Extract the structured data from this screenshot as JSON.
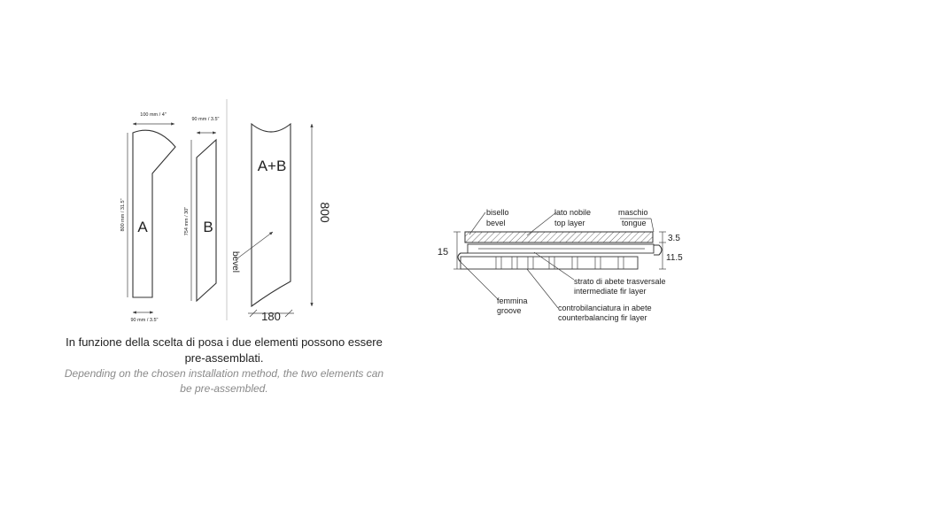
{
  "left_drawing": {
    "element_a": {
      "label": "A",
      "top_dim": "100 mm / 4\"",
      "height_dim": "800 mm / 31.5\"",
      "bottom_dim": "90 mm / 3.5\""
    },
    "element_b": {
      "label": "B",
      "top_dim": "90 mm / 3.5\"",
      "height_dim": "754 mm / 30\""
    },
    "assembled": {
      "label": "A+B",
      "bevel_label": "bevel",
      "height_dim": "800",
      "width_dim": "180"
    }
  },
  "section_drawing": {
    "labels": {
      "bevel_it": "bisello",
      "bevel_en": "bevel",
      "top_it": "lato nobile",
      "top_en": "top layer",
      "tongue_it": "maschio",
      "tongue_en": "tongue",
      "intermediate_it": "strato di abete trasversale",
      "intermediate_en": "intermediate fir layer",
      "groove_it": "femmina",
      "groove_en": "groove",
      "counter_it": "controbilanciatura in abete",
      "counter_en": "counterbalancing fir layer"
    },
    "dims": {
      "total": "15",
      "top_layer": "3.5",
      "core": "11.5"
    }
  },
  "caption": {
    "italian": "In funzione della scelta di posa i due elementi possono essere pre-assemblati.",
    "english": "Depending on the chosen installation method, the two elements can be pre-assembled."
  }
}
